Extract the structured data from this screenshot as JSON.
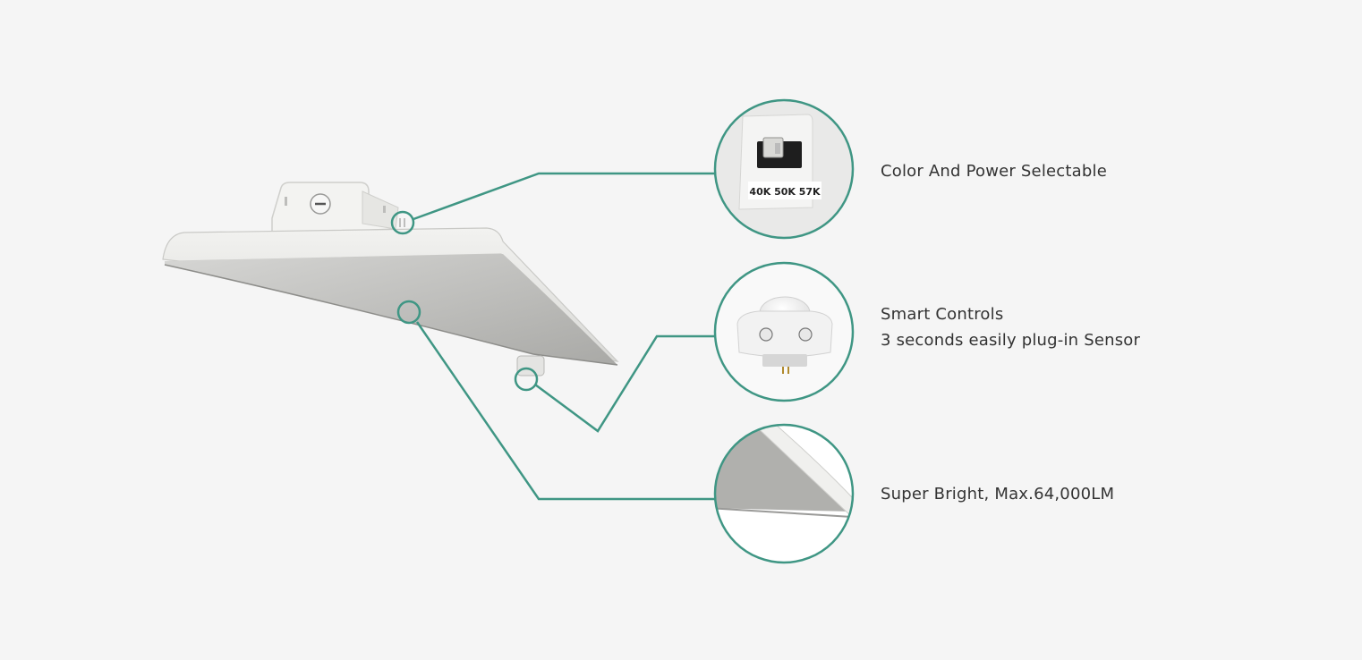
{
  "colors": {
    "background": "#f5f5f5",
    "accent": "#3f9684",
    "text": "#333333"
  },
  "switch_label": "40K 50K 57K",
  "features": [
    {
      "title": "Color And Power Selectable",
      "subtitle": ""
    },
    {
      "title": "Smart Controls",
      "subtitle": "3 seconds easily plug-in Sensor"
    },
    {
      "title": "Super Bright, Max.64,000LM",
      "subtitle": ""
    }
  ]
}
